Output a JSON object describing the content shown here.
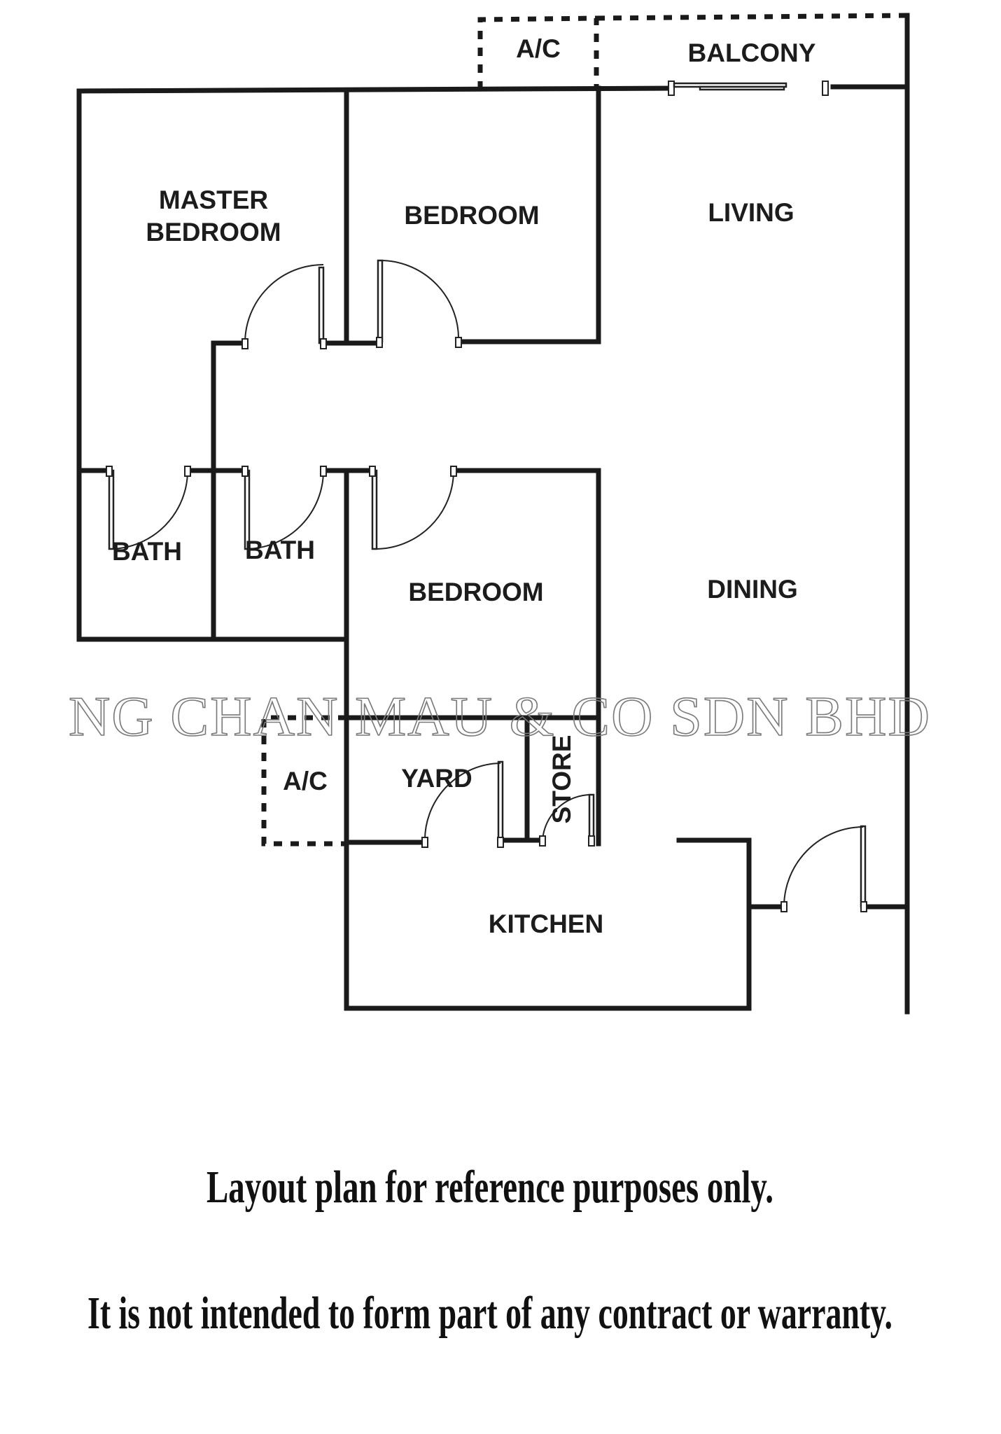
{
  "rooms": {
    "ac_top": "A/C",
    "balcony": "BALCONY",
    "master_bedroom_line1": "MASTER",
    "master_bedroom_line2": "BEDROOM",
    "bedroom_1": "BEDROOM",
    "living": "LIVING",
    "bath_1": "BATH",
    "bath_2": "BATH",
    "bedroom_2": "BEDROOM",
    "dining": "DINING",
    "ac_bottom": "A/C",
    "yard": "YARD",
    "store": "STORE",
    "kitchen": "KITCHEN"
  },
  "watermark": "NG CHAN MAU & CO SDN BHD",
  "disclaimer": {
    "line1": "Layout plan for reference purposes only.",
    "line2": "It is not intended to form part of any contract or warranty."
  }
}
